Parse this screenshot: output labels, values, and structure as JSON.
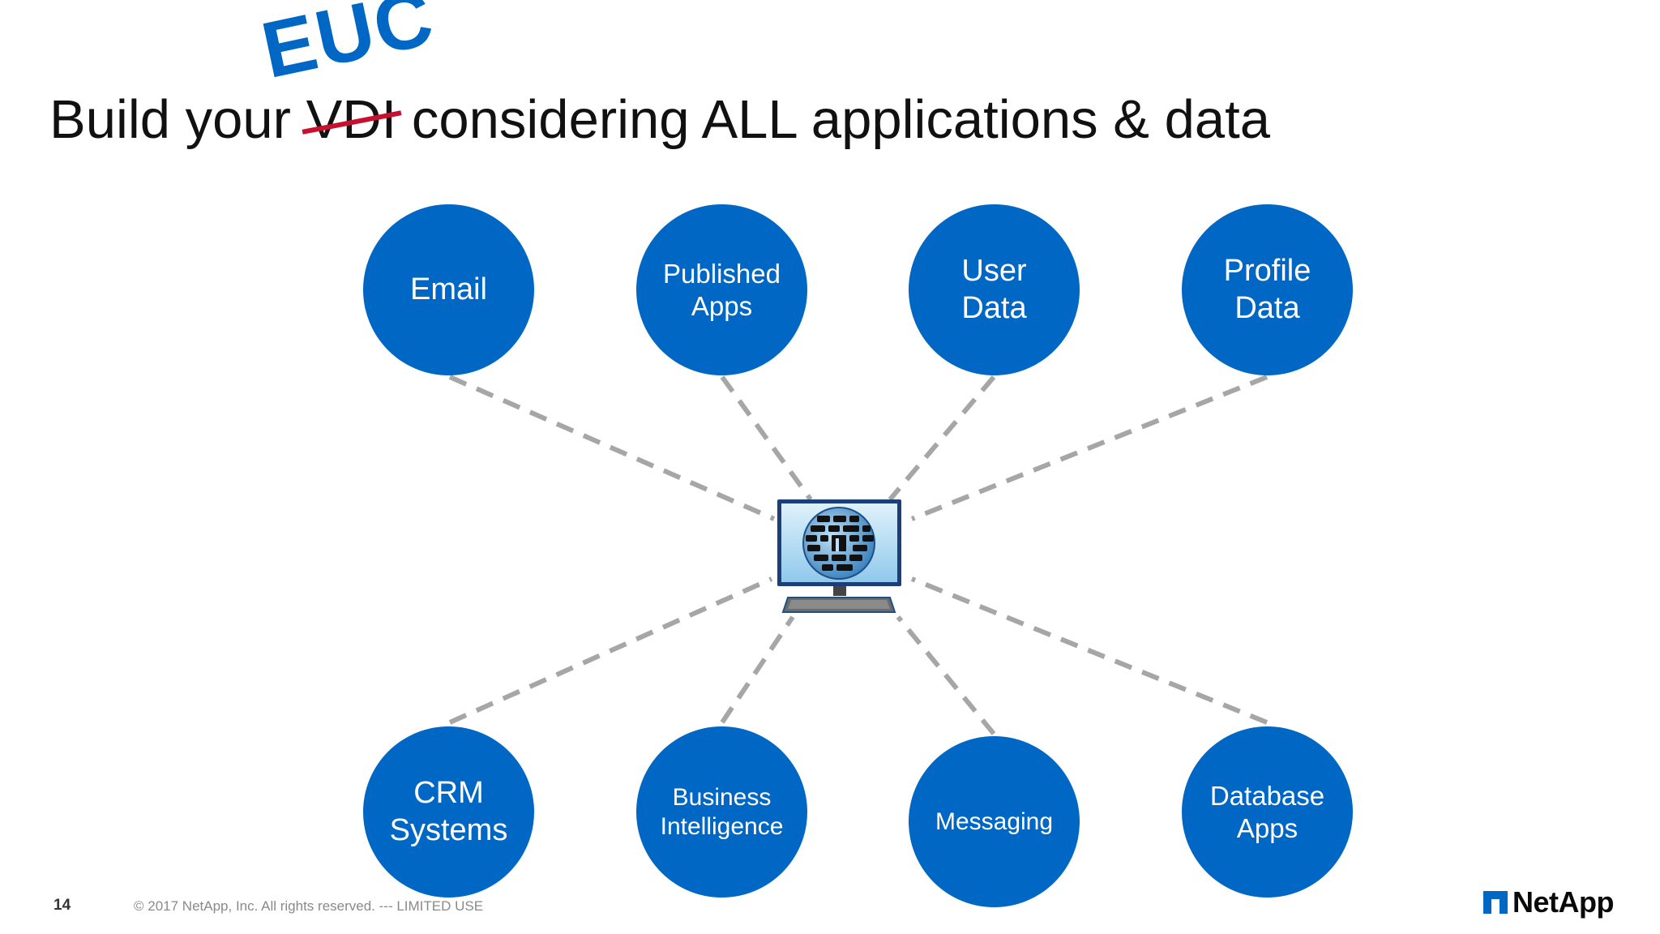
{
  "title": {
    "prefix": "Build your",
    "struck": "VDI",
    "suffix": "considering ALL applications & data",
    "replacement": "EUC"
  },
  "nodes_top": [
    {
      "label": "Email"
    },
    {
      "label": "Published\nApps"
    },
    {
      "label": "User\nData"
    },
    {
      "label": "Profile\nData"
    }
  ],
  "nodes_bottom": [
    {
      "label": "CRM\nSystems"
    },
    {
      "label": "Business\nIntelligence"
    },
    {
      "label": "Messaging"
    },
    {
      "label": "Database\nApps"
    }
  ],
  "center_icon": "desktop-monitor-netapp-icon",
  "footer": {
    "page_number": "14",
    "copyright": "© 2017 NetApp, Inc. All rights reserved.  ---  LIMITED USE"
  },
  "logo": {
    "text": "NetApp",
    "icon": "netapp-logo-icon"
  },
  "colors": {
    "node": "#0067c5",
    "strike": "#c8102e",
    "connector": "#a6a6a6"
  }
}
